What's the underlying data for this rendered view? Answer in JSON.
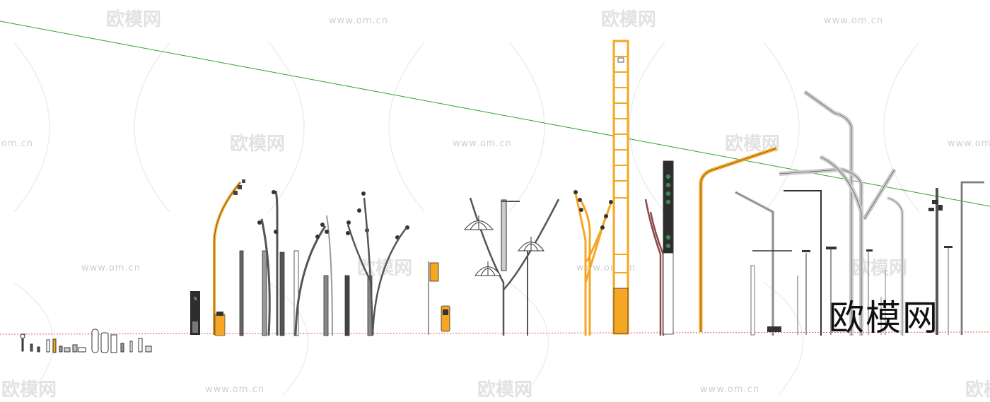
{
  "watermark": {
    "brand": "欧模网",
    "url": "www.om.cn",
    "url_partial": "om.cn"
  },
  "brand_label": "欧模网",
  "colors": {
    "orange": "#f5a623",
    "grey": "#9a9a9a",
    "dark": "#3a3a3a",
    "green_line": "#2ca52c",
    "ground_line": "#e05a5a",
    "pale_grey": "#d0d0d0"
  }
}
